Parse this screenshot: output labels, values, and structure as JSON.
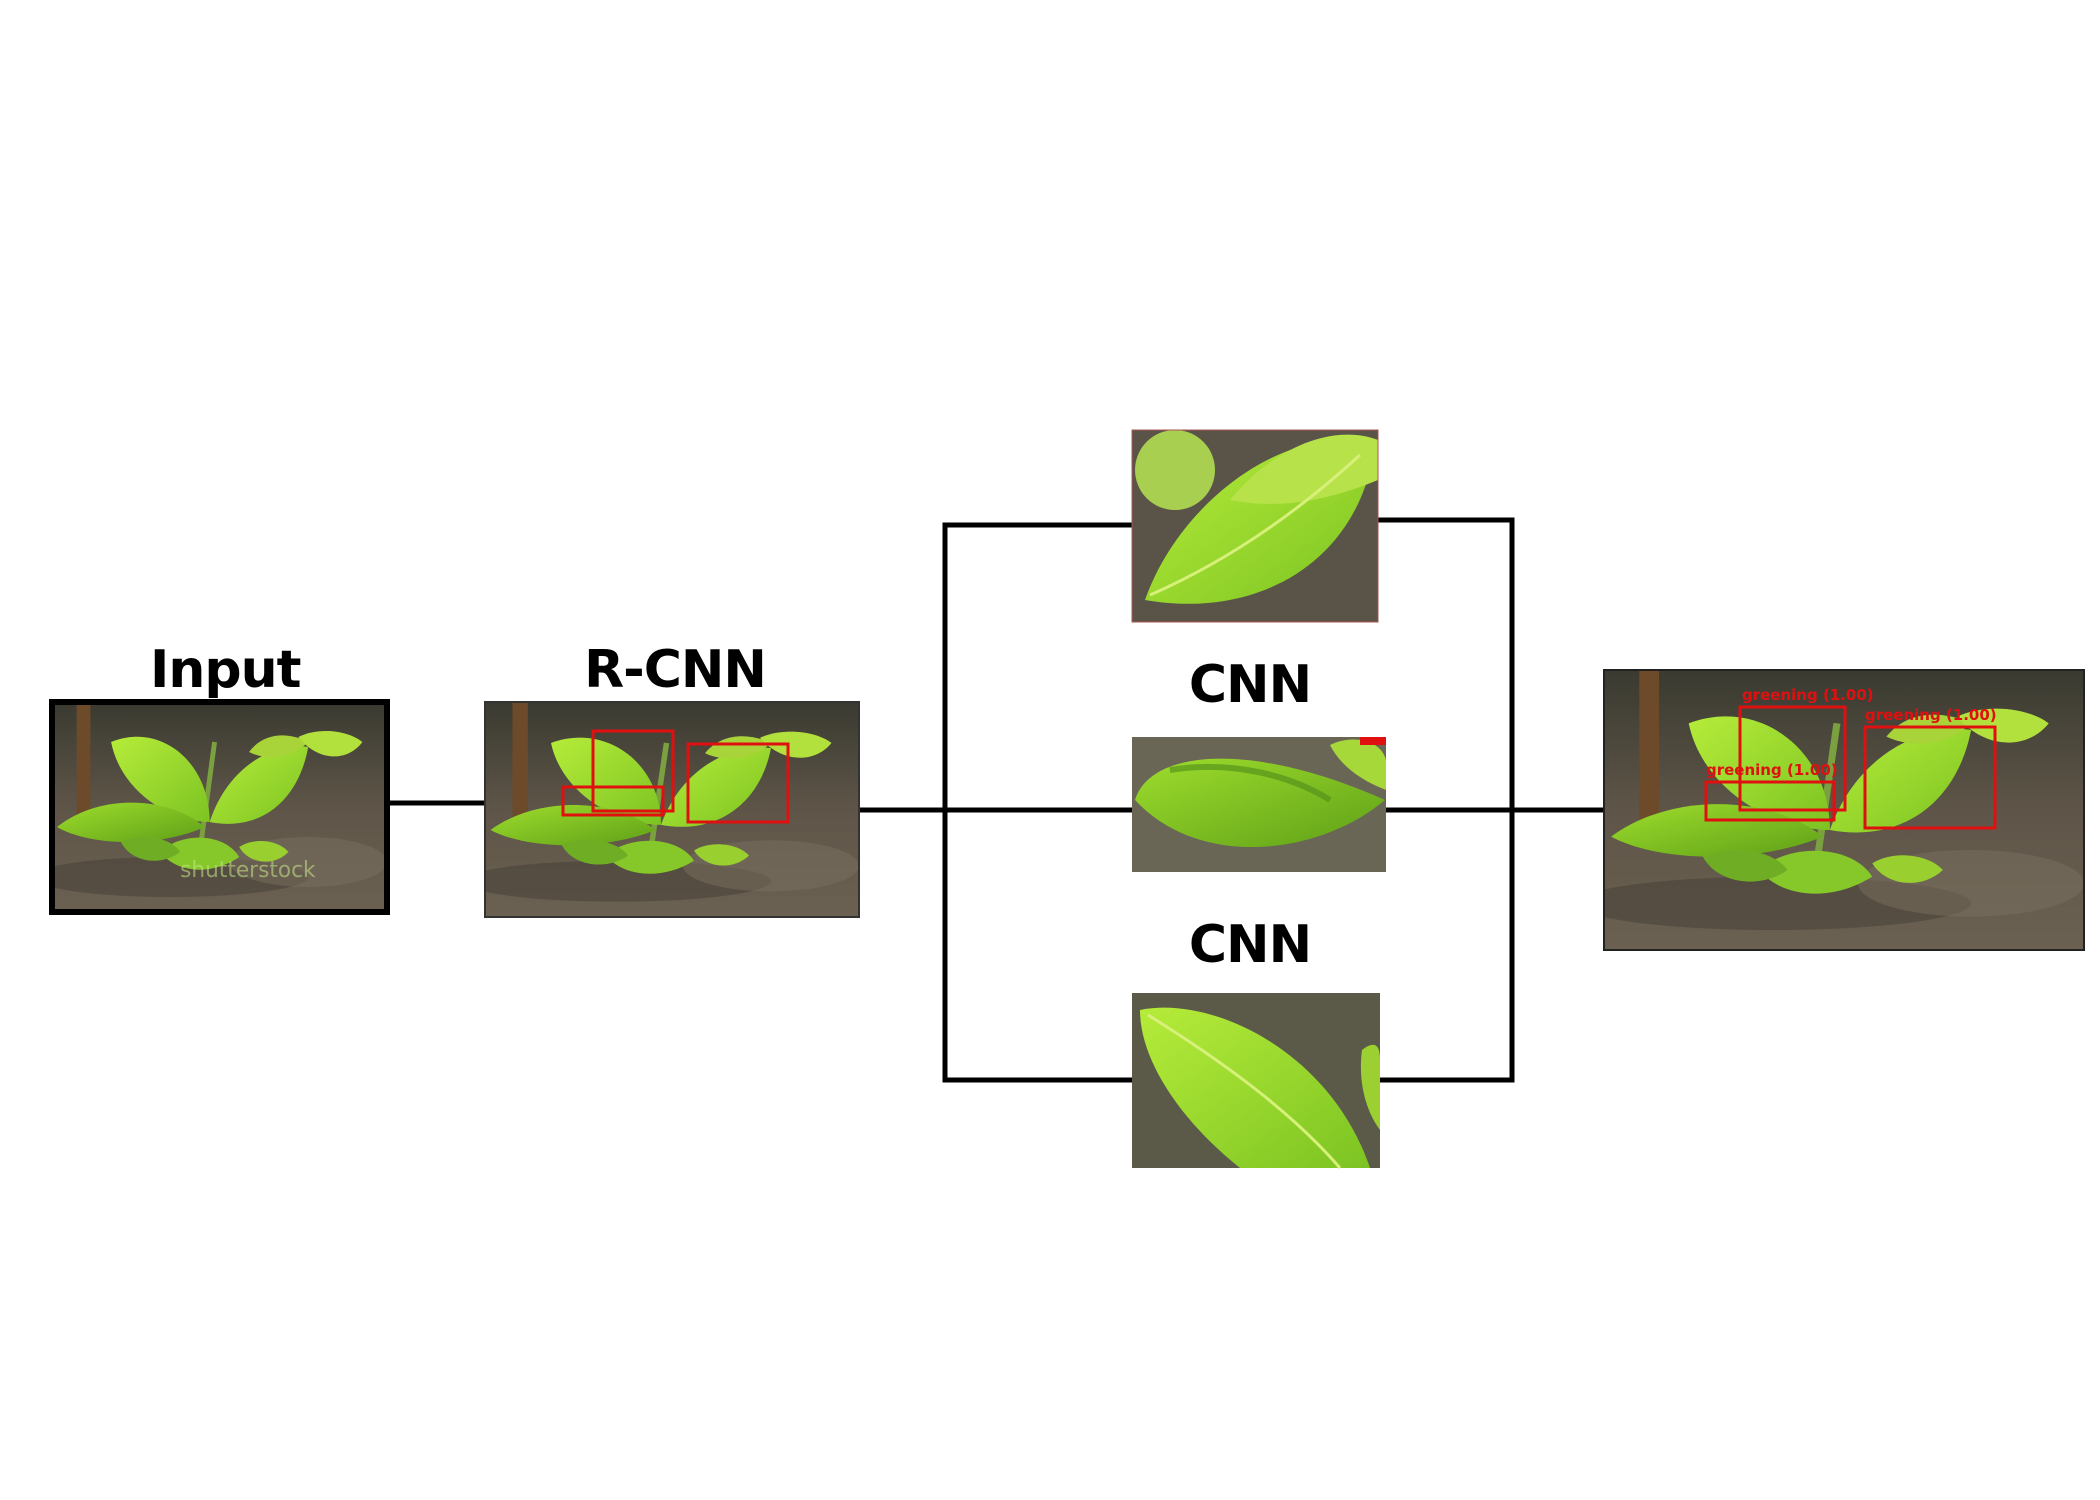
{
  "diagram": {
    "labels": {
      "input": "Input",
      "rcnn": "R-CNN",
      "cnn_middle": "CNN",
      "cnn_bottom": "CNN"
    },
    "detections": [
      {
        "label": "greening (1.00)"
      },
      {
        "label": "greening (1.00)"
      },
      {
        "label": "greening (1.00)"
      }
    ],
    "watermark": "shutterstock"
  },
  "colors": {
    "line": "#000000",
    "box": "#e01010",
    "leaf": "#8fd12a",
    "leaf_dark": "#5fa018",
    "soil": "#5a5246"
  }
}
